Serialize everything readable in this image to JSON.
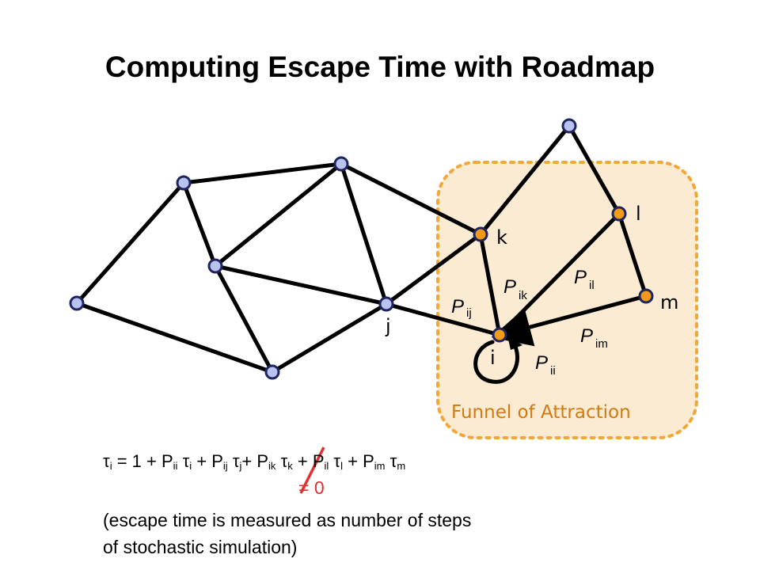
{
  "title": "Computing Escape Time with Roadmap",
  "funnel_label": "Funnel of Attraction",
  "colors": {
    "node_fill": "#b8c3f2",
    "funnel_node_fill": "#f29a1a",
    "edge": "#000000",
    "funnel_fill": "#fbebd3",
    "funnel_border": "#f2a838",
    "strike": "#e03030"
  },
  "node_labels": {
    "i": "i",
    "j": "j",
    "k": "k",
    "l": "l",
    "m": "m"
  },
  "edge_labels": {
    "P_ij": {
      "main": "P",
      "sub": "ij"
    },
    "P_ik": {
      "main": "P",
      "sub": "ik"
    },
    "P_il": {
      "main": "P",
      "sub": "il"
    },
    "P_im": {
      "main": "P",
      "sub": "im"
    },
    "P_ii": {
      "main": "P",
      "sub": "ii"
    }
  },
  "equation": {
    "tau": "τ",
    "t1": " = 1 + P",
    "s_ii": "ii",
    "t2": " ",
    "s_i1": "i",
    "t3": " + P",
    "s_ij": "ij",
    "t4": " ",
    "s_j": "j",
    "t5": "+ P",
    "s_ik": "ik",
    "t6": " ",
    "s_k": "k",
    "t7": " + P",
    "s_il": "il",
    "t8": " ",
    "s_l": "l",
    "t9": " + P",
    "s_im": "im",
    "t10": " ",
    "s_m": "m",
    "s_i0": "i"
  },
  "zero_note": "= 0",
  "footnote_line1": "(escape time is measured as number of steps",
  "footnote_line2": "of stochastic simulation)"
}
